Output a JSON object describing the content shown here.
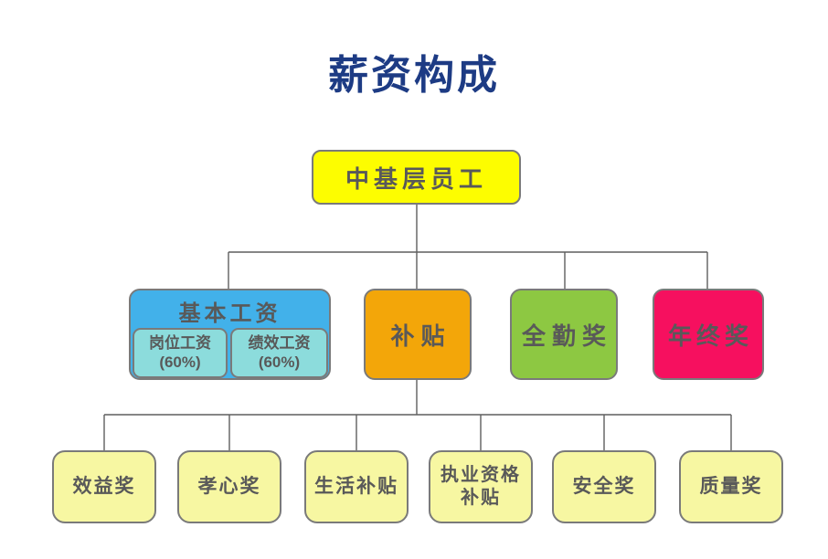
{
  "title": {
    "text": "薪资构成",
    "color": "#1d3b84"
  },
  "colors": {
    "page_bg": "#ffffff",
    "border": "#7a7a7a",
    "connector": "#5f5f5f",
    "text": "#595959"
  },
  "tree": {
    "root": {
      "label": "中基层员工",
      "bg": "#fdfd00"
    },
    "level2": [
      {
        "label": "基本工资",
        "bg": "#42b1ea",
        "children": [
          {
            "line1": "岗位工资",
            "line2": "(60%)",
            "bg": "#8cdcdc"
          },
          {
            "line1": "绩效工资",
            "line2": "(60%)",
            "bg": "#8cdcdc"
          }
        ]
      },
      {
        "label": "补贴",
        "bg": "#f3a609"
      },
      {
        "label": "全勤奖",
        "bg": "#8dc842"
      },
      {
        "label": "年终奖",
        "bg": "#f6105f"
      }
    ],
    "level3_bg": "#f7f7a2",
    "level3": [
      {
        "label": "效益奖"
      },
      {
        "label": "孝心奖"
      },
      {
        "label": "生活补贴"
      },
      {
        "label": "执业资格",
        "label2": "补贴"
      },
      {
        "label": "安全奖"
      },
      {
        "label": "质量奖"
      }
    ]
  }
}
